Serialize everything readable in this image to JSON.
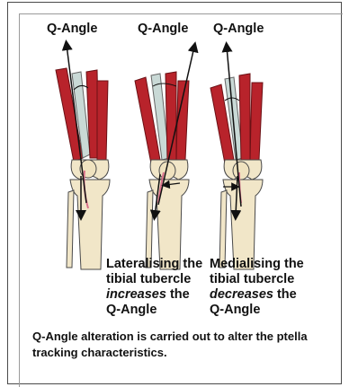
{
  "diagrams": [
    {
      "label": "Q-Angle"
    },
    {
      "label": "Q-Angle"
    },
    {
      "label": "Q-Angle"
    }
  ],
  "captions": {
    "lateral": {
      "line1": "Lateralising the",
      "line2": "tibial tubercle",
      "emph": "increases",
      "tail": " the",
      "line4": "Q-Angle"
    },
    "medial": {
      "line1": "Medialising the",
      "line2": "tibial tubercle",
      "emph": "decreases",
      "tail": " the",
      "line4": "Q-Angle"
    }
  },
  "note": "Q-Angle alteration is carried out to alter the ptella tracking characteristics.",
  "colors": {
    "muscle": "#b8232b",
    "bone": "#f1e6c8",
    "outline": "#4a4a4a",
    "ligament": "#d9708a"
  }
}
